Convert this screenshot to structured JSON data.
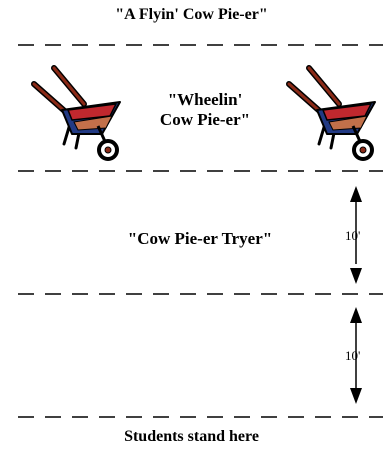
{
  "title": "\"A Flyin' Cow Pie-er\"",
  "zones": {
    "wheelin_line1": "\"Wheelin'",
    "wheelin_line2": "Cow Pie-er\"",
    "tryer": "\"Cow Pie-er Tryer\"",
    "students": "Students stand here"
  },
  "dimensions": {
    "upper_spacing": "10'",
    "lower_spacing": "10'"
  },
  "icons": [
    "wheelbarrow-icon",
    "wheelbarrow-icon"
  ],
  "colors": {
    "line": "#000000",
    "barrow_bucket": "#223a84",
    "barrow_inner": "#c0282e",
    "barrow_load": "#c2704a",
    "barrow_frame": "#8a2a17"
  }
}
